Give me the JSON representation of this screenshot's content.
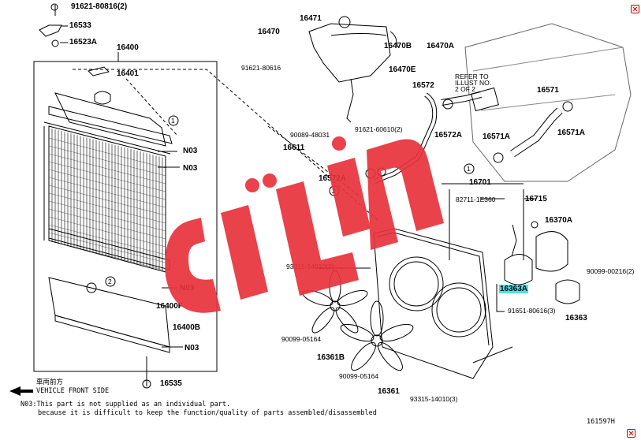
{
  "labels": {
    "p91621_80816": "91621-80816(2)",
    "p16533": "16533",
    "p16523A": "16523A",
    "p16400": "16400",
    "p16401": "16401",
    "p16471": "16471",
    "p16470": "16470",
    "p16470B": "16470B",
    "p16470A": "16470A",
    "p91621_80616": "91621-80616",
    "p16470E": "16470E",
    "p16572": "16572",
    "p16572A_top": "16572A",
    "p16571": "16571",
    "p16571A_r": "16571A",
    "p16571A_l": "16571A",
    "p90089_48031": "90089-48031",
    "p91621_60610": "91621-60610(2)",
    "p16611": "16611",
    "p16572A_low": "16572A",
    "p16701": "16701",
    "p82711": "82711-1E360",
    "p16715": "16715",
    "p16370A": "16370A",
    "p93315_top": "93315-14010(3)",
    "p16363A": "16363A",
    "p90099_00216": "90099-00216(2)",
    "p91651": "91651-80616(3)",
    "p16363": "16363",
    "p16400F": "16400F",
    "p16400B": "16400B",
    "p90099_05164_l": "90099-05164",
    "p16361B": "16361B",
    "p90099_05164_r": "90099-05164",
    "p16361": "16361",
    "p93315_bot": "93315-14010(3)",
    "p16535": "16535",
    "n03_1": "N03",
    "n03_2": "N03",
    "n03_3": "N03",
    "n03_4": "N03",
    "refer": "REFER TO",
    "illust": "ILLUST NO.",
    "of2": "2 OF 2"
  },
  "circle_marks": {
    "m1": "1",
    "m2": "2",
    "m1b": "1",
    "m2b": "2"
  },
  "vehicle_front": {
    "jp": "車両前方",
    "en": "VEHICLE FRONT SIDE"
  },
  "footnote": {
    "line1": "N03:This part is not supplied as an individual part.",
    "line2": "because it is difficult to keep the function/quality of parts assembled/disassembled"
  },
  "diagram_id": "161597H",
  "watermark": {
    "text": "قانون",
    "color": "#e8323c"
  },
  "colors": {
    "line": "#000000",
    "highlight": "#4fe0e8",
    "corner": "#cc0000"
  }
}
